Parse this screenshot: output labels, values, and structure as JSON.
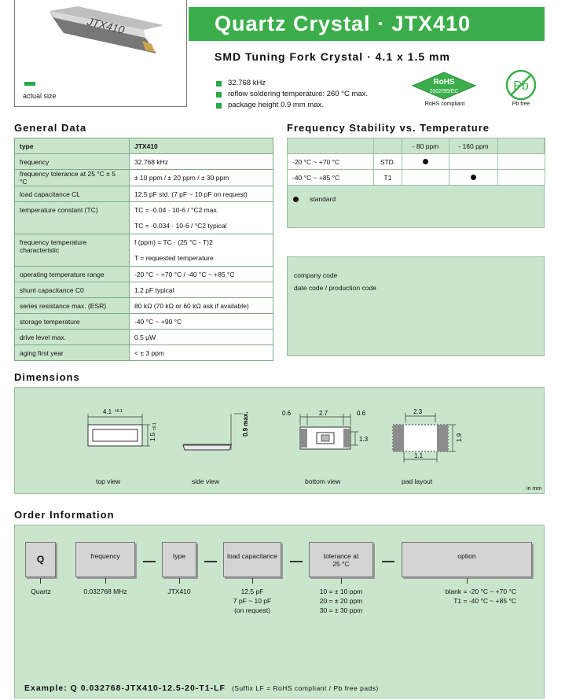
{
  "header": {
    "title": "Quartz Crystal · JTX410",
    "subtitle": "SMD Tuning Fork Crystal · 4.1 x 1.5 mm",
    "chip_marking": "JTX410",
    "actual_size_label": "actual size",
    "features": [
      "32.768 kHz",
      "reflow soldering temperature: 260 °C max.",
      "package height 0.9 mm max."
    ],
    "rohs": {
      "title": "RoHS",
      "directive": "2002/95/EC",
      "caption": "RoHS compliant"
    },
    "pb": {
      "symbol": "Pb",
      "caption": "Pb free"
    }
  },
  "general_data": {
    "heading": "General Data",
    "header_row": {
      "key": "type",
      "value": "JTX410"
    },
    "rows": [
      {
        "key": "frequency",
        "value": "32.768 kHz"
      },
      {
        "key": "frequency tolerance at 25 °C ± 5 °C",
        "value": "± 10 ppm / ± 20 ppm / ± 30 ppm"
      },
      {
        "key": "load capacitance CL",
        "value": "12.5 pF std. (7 pF ~ 10 pF on request)"
      },
      {
        "key": "temperature constant (TC)",
        "value": "TC = -0.04 · 10-6 / °C2 max.",
        "value2": "TC = -0.034 · 10-6 / °C2 typical"
      },
      {
        "key": "frequency temperature characteristic",
        "value": "f (ppm) = TC · (25 °C - T)2",
        "value2": "T = requested temperature"
      },
      {
        "key": "operating temperature range",
        "value": "-20 °C ~ +70 °C  /  -40 °C ~ +85 °C"
      },
      {
        "key": "shunt capacitance C0",
        "value": "1.2 pF typical"
      },
      {
        "key": "series resistance max. (ESR)",
        "value": "80 kΩ (70 kΩ or 60 kΩ ask if available)"
      },
      {
        "key": "storage temperature",
        "value": "-40 °C ~ +90 °C"
      },
      {
        "key": "drive level max.",
        "value": "0.5 µW"
      },
      {
        "key": "aging first year",
        "value": "< ± 3 ppm"
      }
    ]
  },
  "freq_stability": {
    "heading": "Frequency Stability vs. Temperature",
    "columns": [
      "- 80 ppm",
      "- 160 ppm"
    ],
    "rows": [
      {
        "range": "-20 °C ~  +70 °C",
        "code": "STD.",
        "marks": [
          true,
          false
        ]
      },
      {
        "range": "-40 °C ~  +85 °C",
        "code": "T1",
        "marks": [
          false,
          true
        ]
      }
    ],
    "legend": "standard"
  },
  "marking": {
    "line1": "company code",
    "line2": "date code / production code"
  },
  "dimensions": {
    "heading": "Dimensions",
    "captions": [
      "top view",
      "side view",
      "bottom view",
      "pad layout"
    ],
    "unit": "in mm",
    "labels": {
      "len": "4.1",
      "len_tol": "±0.1",
      "wid": "1.5",
      "wid_tol": "±0.1",
      "height": "0.9 max.",
      "b1": "0.6",
      "b2": "2.7",
      "b3": "0.6",
      "b4": "1.3",
      "p1": "2.3",
      "p2": "1.9",
      "p3": "1.1"
    }
  },
  "order": {
    "heading": "Order Information",
    "boxes": [
      {
        "label": "Q",
        "value_lines": [
          "Quartz"
        ]
      },
      {
        "label": "frequency",
        "value_lines": [
          "0.032768 MHz"
        ]
      },
      {
        "label": "type",
        "value_lines": [
          "JTX410"
        ]
      },
      {
        "label": "load capacitance",
        "value_lines": [
          "12.5 pF",
          "7 pF ~ 10 pF",
          "(on request)"
        ]
      },
      {
        "label": "tolerance at",
        "label2": "25 °C",
        "value_lines": [
          "10 = ± 10 ppm",
          "20 = ± 20 ppm",
          "30 = ± 30 ppm"
        ]
      },
      {
        "label": "option",
        "value_lines": [
          "blank = -20 °C ~ +70 °C",
          "T1 = -40 °C ~ +85 °C"
        ]
      }
    ],
    "example": "Example: Q 0.032768-JTX410-12.5-20-T1-LF",
    "example_note": "(Suffix LF = RoHS compliant / Pb free pads)"
  }
}
